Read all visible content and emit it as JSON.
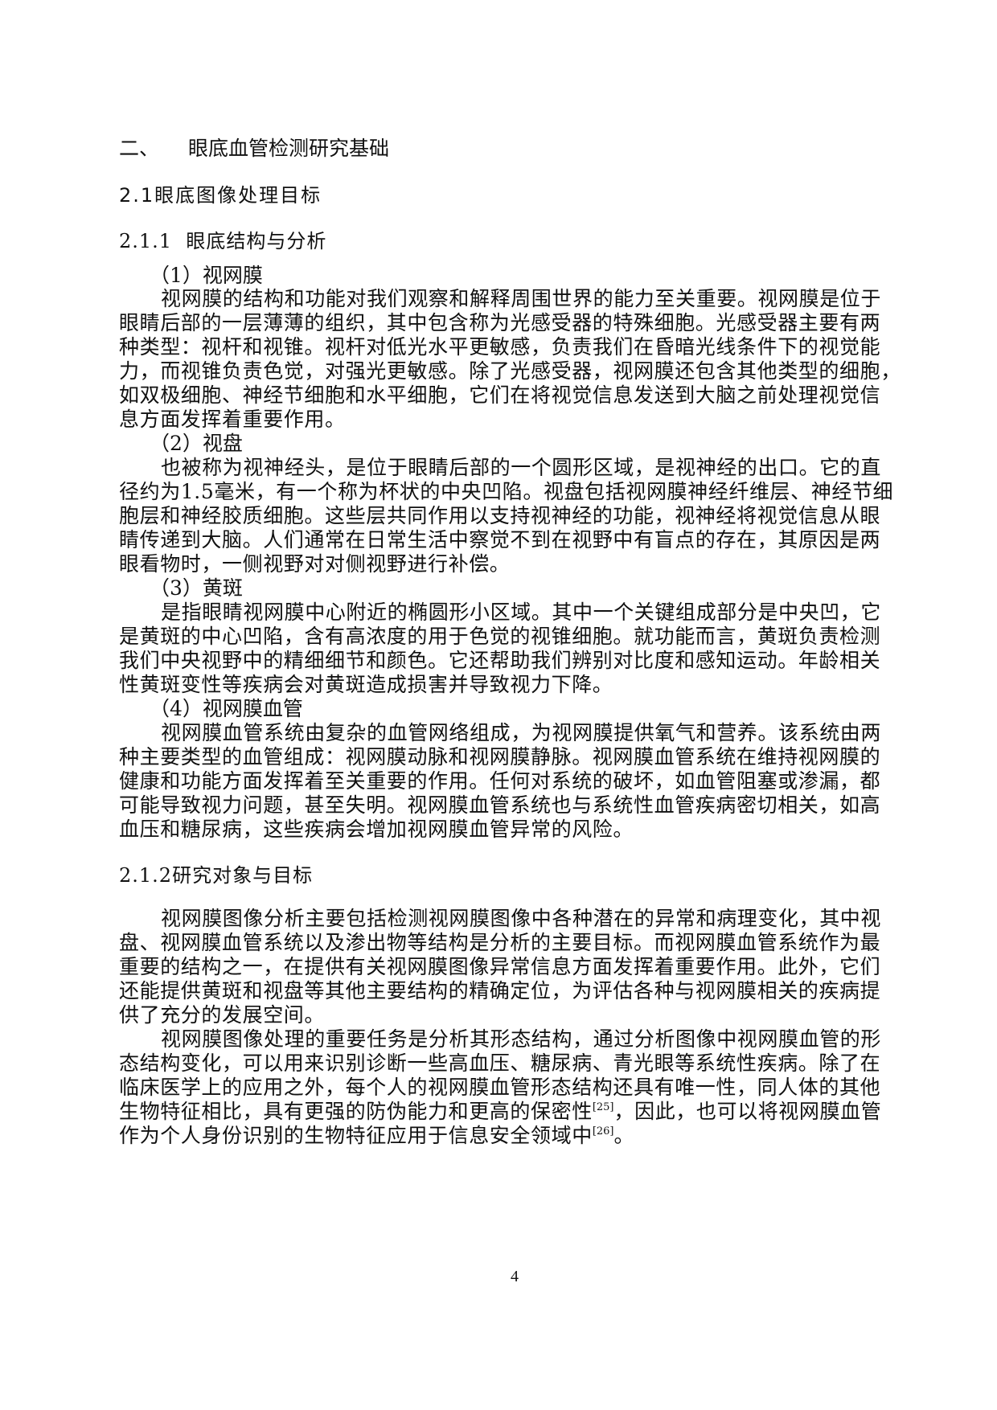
{
  "chapter": {
    "number": "二、",
    "title": "眼底血管检测研究基础"
  },
  "section": {
    "number": "2.1",
    "title": "眼底图像处理目标"
  },
  "subsection_1": {
    "number": "2.1.1",
    "title": "眼底结构与分析",
    "items": [
      {
        "label": "（1）视网膜",
        "lines": [
          "视网膜的结构和功能对我们观察和解释周围世界的能力至关重要。视网膜是位于",
          "眼睛后部的一层薄薄的组织，其中包含称为光感受器的特殊细胞。光感受器主要有两",
          "种类型：视杆和视锥。视杆对低光水平更敏感，负责我们在昏暗光线条件下的视觉能",
          "力，而视锥负责色觉，对强光更敏感。除了光感受器，视网膜还包含其他类型的细胞，",
          "如双极细胞、神经节细胞和水平细胞，它们在将视觉信息发送到大脑之前处理视觉信",
          "息方面发挥着重要作用。"
        ]
      },
      {
        "label": "（2）视盘",
        "lines": [
          "也被称为视神经头，是位于眼睛后部的一个圆形区域，是视神经的出口。它的直",
          "径约为1.5毫米，有一个称为杯状的中央凹陷。视盘包括视网膜神经纤维层、神经节细",
          "胞层和神经胶质细胞。这些层共同作用以支持视神经的功能，视神经将视觉信息从眼",
          "睛传递到大脑。人们通常在日常生活中察觉不到在视野中有盲点的存在，其原因是两",
          "眼看物时，一侧视野对对侧视野进行补偿。"
        ]
      },
      {
        "label": "（3）黄斑",
        "lines": [
          "是指眼睛视网膜中心附近的椭圆形小区域。其中一个关键组成部分是中央凹，它",
          "是黄斑的中心凹陷，含有高浓度的用于色觉的视锥细胞。就功能而言，黄斑负责检测",
          "我们中央视野中的精细细节和颜色。它还帮助我们辨别对比度和感知运动。年龄相关",
          "性黄斑变性等疾病会对黄斑造成损害并导致视力下降。"
        ]
      },
      {
        "label": "（4）视网膜血管",
        "lines": [
          "视网膜血管系统由复杂的血管网络组成，为视网膜提供氧气和营养。该系统由两",
          "种主要类型的血管组成：视网膜动脉和视网膜静脉。视网膜血管系统在维持视网膜的",
          "健康和功能方面发挥着至关重要的作用。任何对系统的破坏，如血管阻塞或渗漏，都",
          "可能导致视力问题，甚至失明。视网膜血管系统也与系统性血管疾病密切相关，如高",
          "血压和糖尿病，这些疾病会增加视网膜血管异常的风险。"
        ]
      }
    ]
  },
  "subsection_2": {
    "number": "2.1.2",
    "title": "研究对象与目标",
    "paragraph_1": [
      "视网膜图像分析主要包括检测视网膜图像中各种潜在的异常和病理变化，其中视",
      "盘、视网膜血管系统以及渗出物等结构是分析的主要目标。而视网膜血管系统作为最",
      "重要的结构之一，在提供有关视网膜图像异常信息方面发挥着重要作用。此外，它们",
      "还能提供黄斑和视盘等其他主要结构的精确定位，为评估各种与视网膜相关的疾病提",
      "供了充分的发展空间。"
    ],
    "paragraph_2": [
      "视网膜图像处理的重要任务是分析其形态结构，通过分析图像中视网膜血管的形",
      "态结构变化，可以用来识别诊断一些高血压、糖尿病、青光眼等系统性疾病。除了在",
      "临床医学上的应用之外，每个人的视网膜血管形态结构还具有唯一性，同人体的其他"
    ],
    "line_cite_1": {
      "before": "生物特征相比，具有更强的防伪能力和更高的保密性",
      "ref": "[25]",
      "after": "，因此，也可以将视网膜血管"
    },
    "line_cite_2": {
      "before": "作为个人身份识别的生物特征应用于信息安全领域中",
      "ref": "[26]",
      "after": "。"
    }
  },
  "page_number": "4"
}
